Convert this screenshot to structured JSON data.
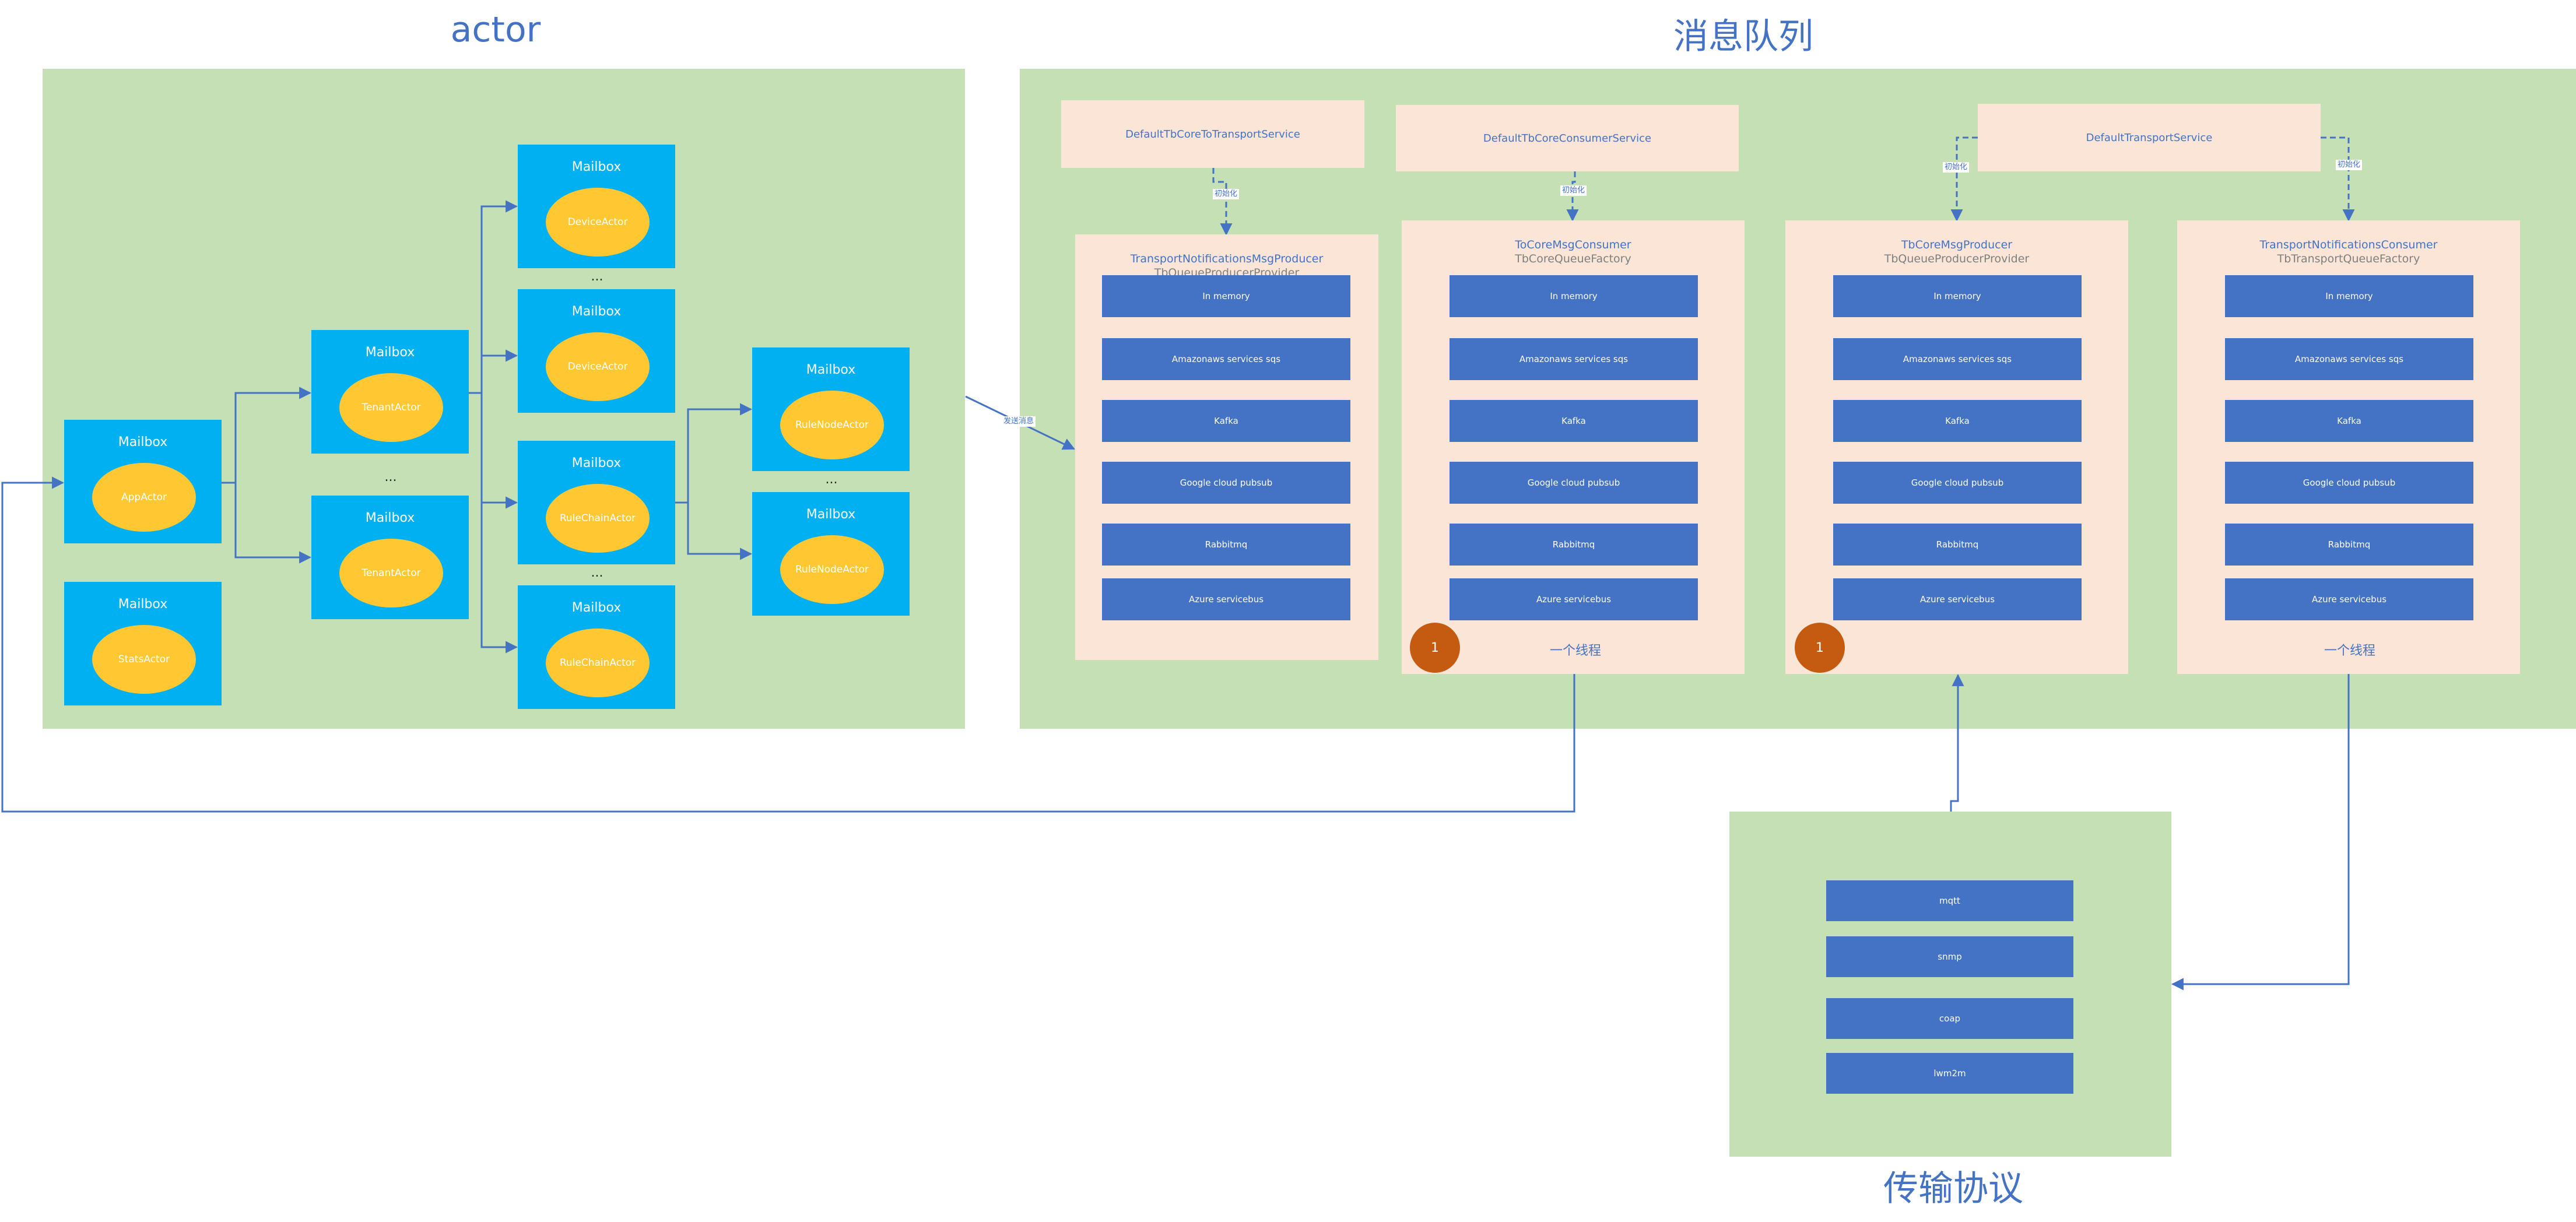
{
  "colors": {
    "title": "#4472c4",
    "panel_green": "#c5e0b4",
    "mailbox_blue": "#00b0f0",
    "actor_yellow": "#ffc833",
    "service_peach": "#fbe5d6",
    "impl_blue": "#4472c4",
    "badge_orange": "#c55a11",
    "connector": "#4472c4"
  },
  "titles": {
    "actor": "actor",
    "queue": "消息队列",
    "transport": "传输协议"
  },
  "mailbox_label": "Mailbox",
  "ellipsis": "...",
  "actors": {
    "app": "AppActor",
    "stats": "StatsActor",
    "tenant_1": "TenantActor",
    "tenant_2": "TenantActor",
    "device_1": "DeviceActor",
    "device_2": "DeviceActor",
    "rulechain_1": "RuleChainActor",
    "rulechain_2": "RuleChainActor",
    "rulenode_1": "RuleNodeActor",
    "rulenode_2": "RuleNodeActor"
  },
  "services": {
    "core_to_transport": "DefaultTbCoreToTransportService",
    "core_consumer": "DefaultTbCoreConsumerService",
    "transport": "DefaultTransportService"
  },
  "edge_labels": {
    "init_1": "初始化",
    "init_2": "初始化",
    "init_3": "初始化",
    "init_4": "初始化",
    "send_msg": "发送消息"
  },
  "queues": [
    {
      "title": "TransportNotificationsMsgProducer",
      "subtitle": "TbQueueProducerProvider",
      "impls": [
        "In memory",
        "Amazonaws services sqs",
        "Kafka",
        "Google cloud pubsub",
        "Rabbitmq",
        "Azure servicebus"
      ]
    },
    {
      "title": "ToCoreMsgConsumer",
      "subtitle": "TbCoreQueueFactory",
      "impls": [
        "In memory",
        "Amazonaws services sqs",
        "Kafka",
        "Google cloud pubsub",
        "Rabbitmq",
        "Azure servicebus"
      ],
      "badge": "1",
      "thread": "一个线程"
    },
    {
      "title": "TbCoreMsgProducer",
      "subtitle": "TbQueueProducerProvider",
      "impls": [
        "In memory",
        "Amazonaws services sqs",
        "Kafka",
        "Google cloud pubsub",
        "Rabbitmq",
        "Azure servicebus"
      ],
      "badge": "1"
    },
    {
      "title": "TransportNotificationsConsumer",
      "subtitle": "TbTransportQueueFactory",
      "impls": [
        "In memory",
        "Amazonaws services sqs",
        "Kafka",
        "Google cloud pubsub",
        "Rabbitmq",
        "Azure servicebus"
      ],
      "thread": "一个线程"
    }
  ],
  "protocols": [
    "mqtt",
    "snmp",
    "coap",
    "lwm2m"
  ]
}
